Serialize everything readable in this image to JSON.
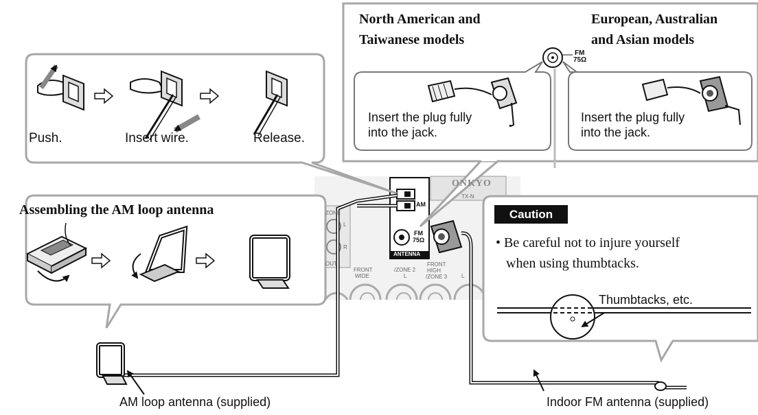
{
  "wire_steps": {
    "push": "Push.",
    "insert": "Insert wire.",
    "release": "Release."
  },
  "am_assembly": {
    "title": "Assembling the AM loop antenna"
  },
  "fm_models": {
    "north_american": {
      "title_line1": "North American and",
      "title_line2": "Taiwanese models",
      "instruction_line1": "Insert the plug fully",
      "instruction_line2": "into the jack."
    },
    "european": {
      "title_line1": "European, Australian",
      "title_line2": "and Asian models",
      "instruction_line1": "Insert the plug fully",
      "instruction_line2": "into the jack."
    },
    "jack_label_fm": "FM",
    "jack_label_ohm": "75Ω"
  },
  "receiver_panel": {
    "am_label": "AM",
    "fm_label": "FM",
    "ohm_label": "75Ω",
    "antenna_label": "ANTENNA",
    "brand": "ONKYO",
    "model": "TX-N",
    "labels": {
      "zone": "ZONE",
      "front_wide_1": "FRONT",
      "front_wide_2": "WIDE",
      "zone2_1": "/ZONE 2",
      "zone2_2": "L",
      "front_high_1": "FRONT",
      "front_high_2": "HIGH",
      "front_high_3": "/ZONE 3",
      "l": "L",
      "r": "R",
      "out": "OUT"
    }
  },
  "caution": {
    "badge": "Caution",
    "bullet": "•",
    "text_line1": "Be careful not to injure yourself",
    "text_line2": "when using thumbtacks.",
    "thumbtacks_label": "Thumbtacks, etc."
  },
  "captions": {
    "am_antenna": "AM loop antenna (supplied)",
    "fm_antenna": "Indoor FM antenna (supplied)"
  }
}
